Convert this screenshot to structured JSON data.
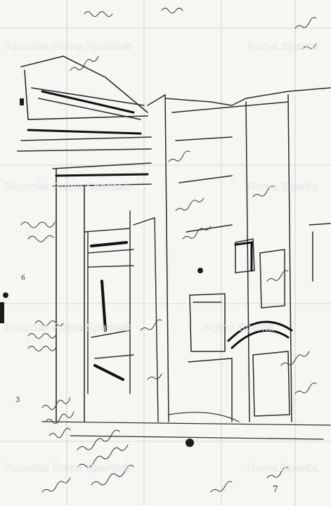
{
  "image": {
    "subject": "pen-and-ink sketch of a street with buildings, covered in handwritten notes"
  },
  "watermark": {
    "text": "Raccolta Roma Sparita®",
    "text_partial": "Roma Sparita"
  },
  "margin_numbers": {
    "left_3": "3",
    "bottom_7": "7",
    "left_6": "6"
  }
}
